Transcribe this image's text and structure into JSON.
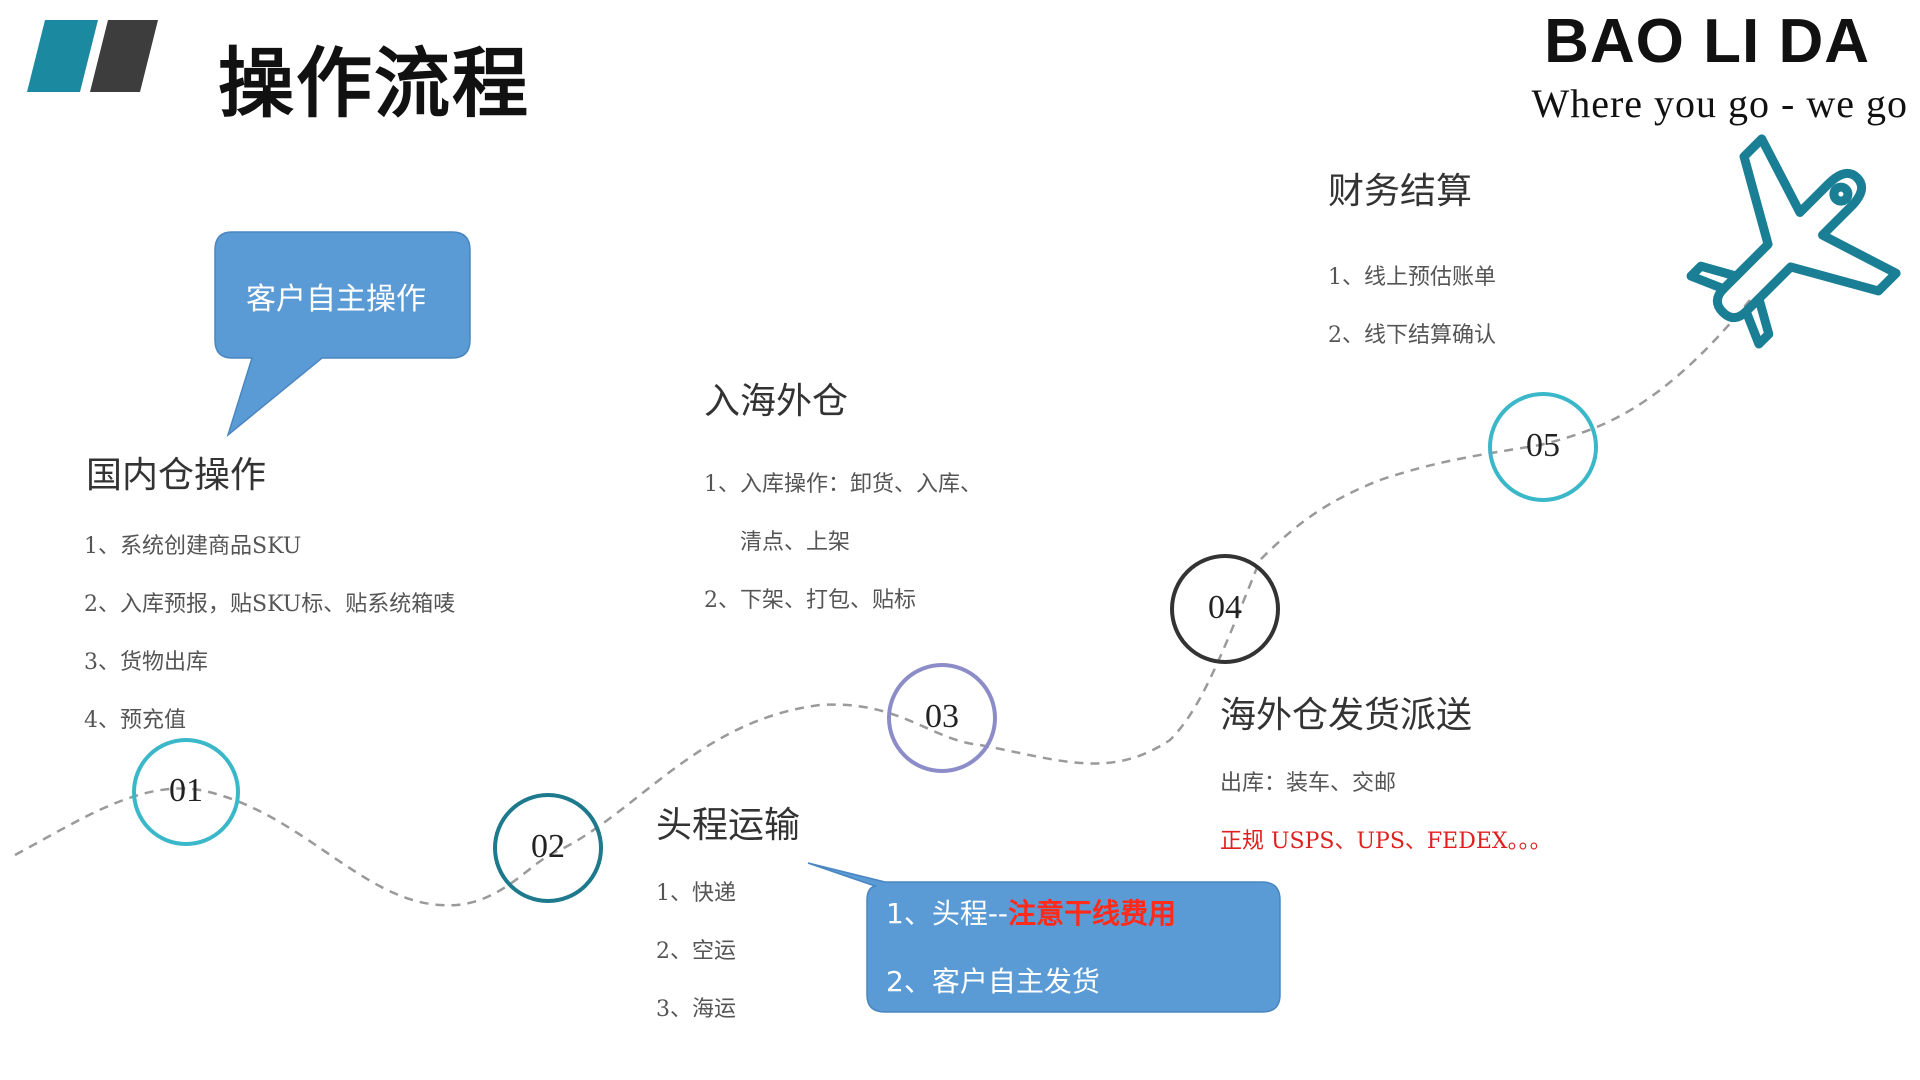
{
  "header": {
    "title": "操作流程",
    "brand": "BAO LI DA",
    "tagline": "Where you go - we go"
  },
  "steps": [
    {
      "num": "01",
      "title": "国内仓操作",
      "items": [
        "1、系统创建商品SKU",
        "2、入库预报，贴SKU标、贴系统箱唛",
        "3、货物出库",
        "4、预充值"
      ]
    },
    {
      "num": "02",
      "title": "头程运输",
      "items": [
        "1、快递",
        "2、空运",
        "3、海运"
      ]
    },
    {
      "num": "03",
      "title": "入海外仓",
      "items": [
        "1、入库操作：卸货、入库、",
        "清点、上架",
        "2、下架、打包、贴标"
      ]
    },
    {
      "num": "04",
      "title": "海外仓发货派送",
      "items": [
        "出库：装车、交邮",
        "正规 USPS、UPS、FEDEX。。。"
      ]
    },
    {
      "num": "05",
      "title": "财务结算",
      "items": [
        "1、线上预估账单",
        "2、线下结算确认"
      ]
    }
  ],
  "callout_left": {
    "text": "客户自主操作"
  },
  "callout_bottom": {
    "line1_prefix": "1、头程--",
    "line1_highlight": "注意干线费用",
    "line2": "2、客户自主发货"
  },
  "colors": {
    "teal": "#1b8aa0",
    "dark_gray": "#3d3d3d",
    "circle_light_teal": "#3ab7c8",
    "circle_dark_teal": "#1d7a8c",
    "circle_purple": "#8c8cc8",
    "circle_black": "#333333",
    "bubble_blue": "#5b9bd5",
    "highlight_red": "#ff2a1a",
    "plane": "#1a7f94"
  },
  "icons": {
    "logo_mark": "parallelogram-bars",
    "plane": "airplane-icon"
  }
}
